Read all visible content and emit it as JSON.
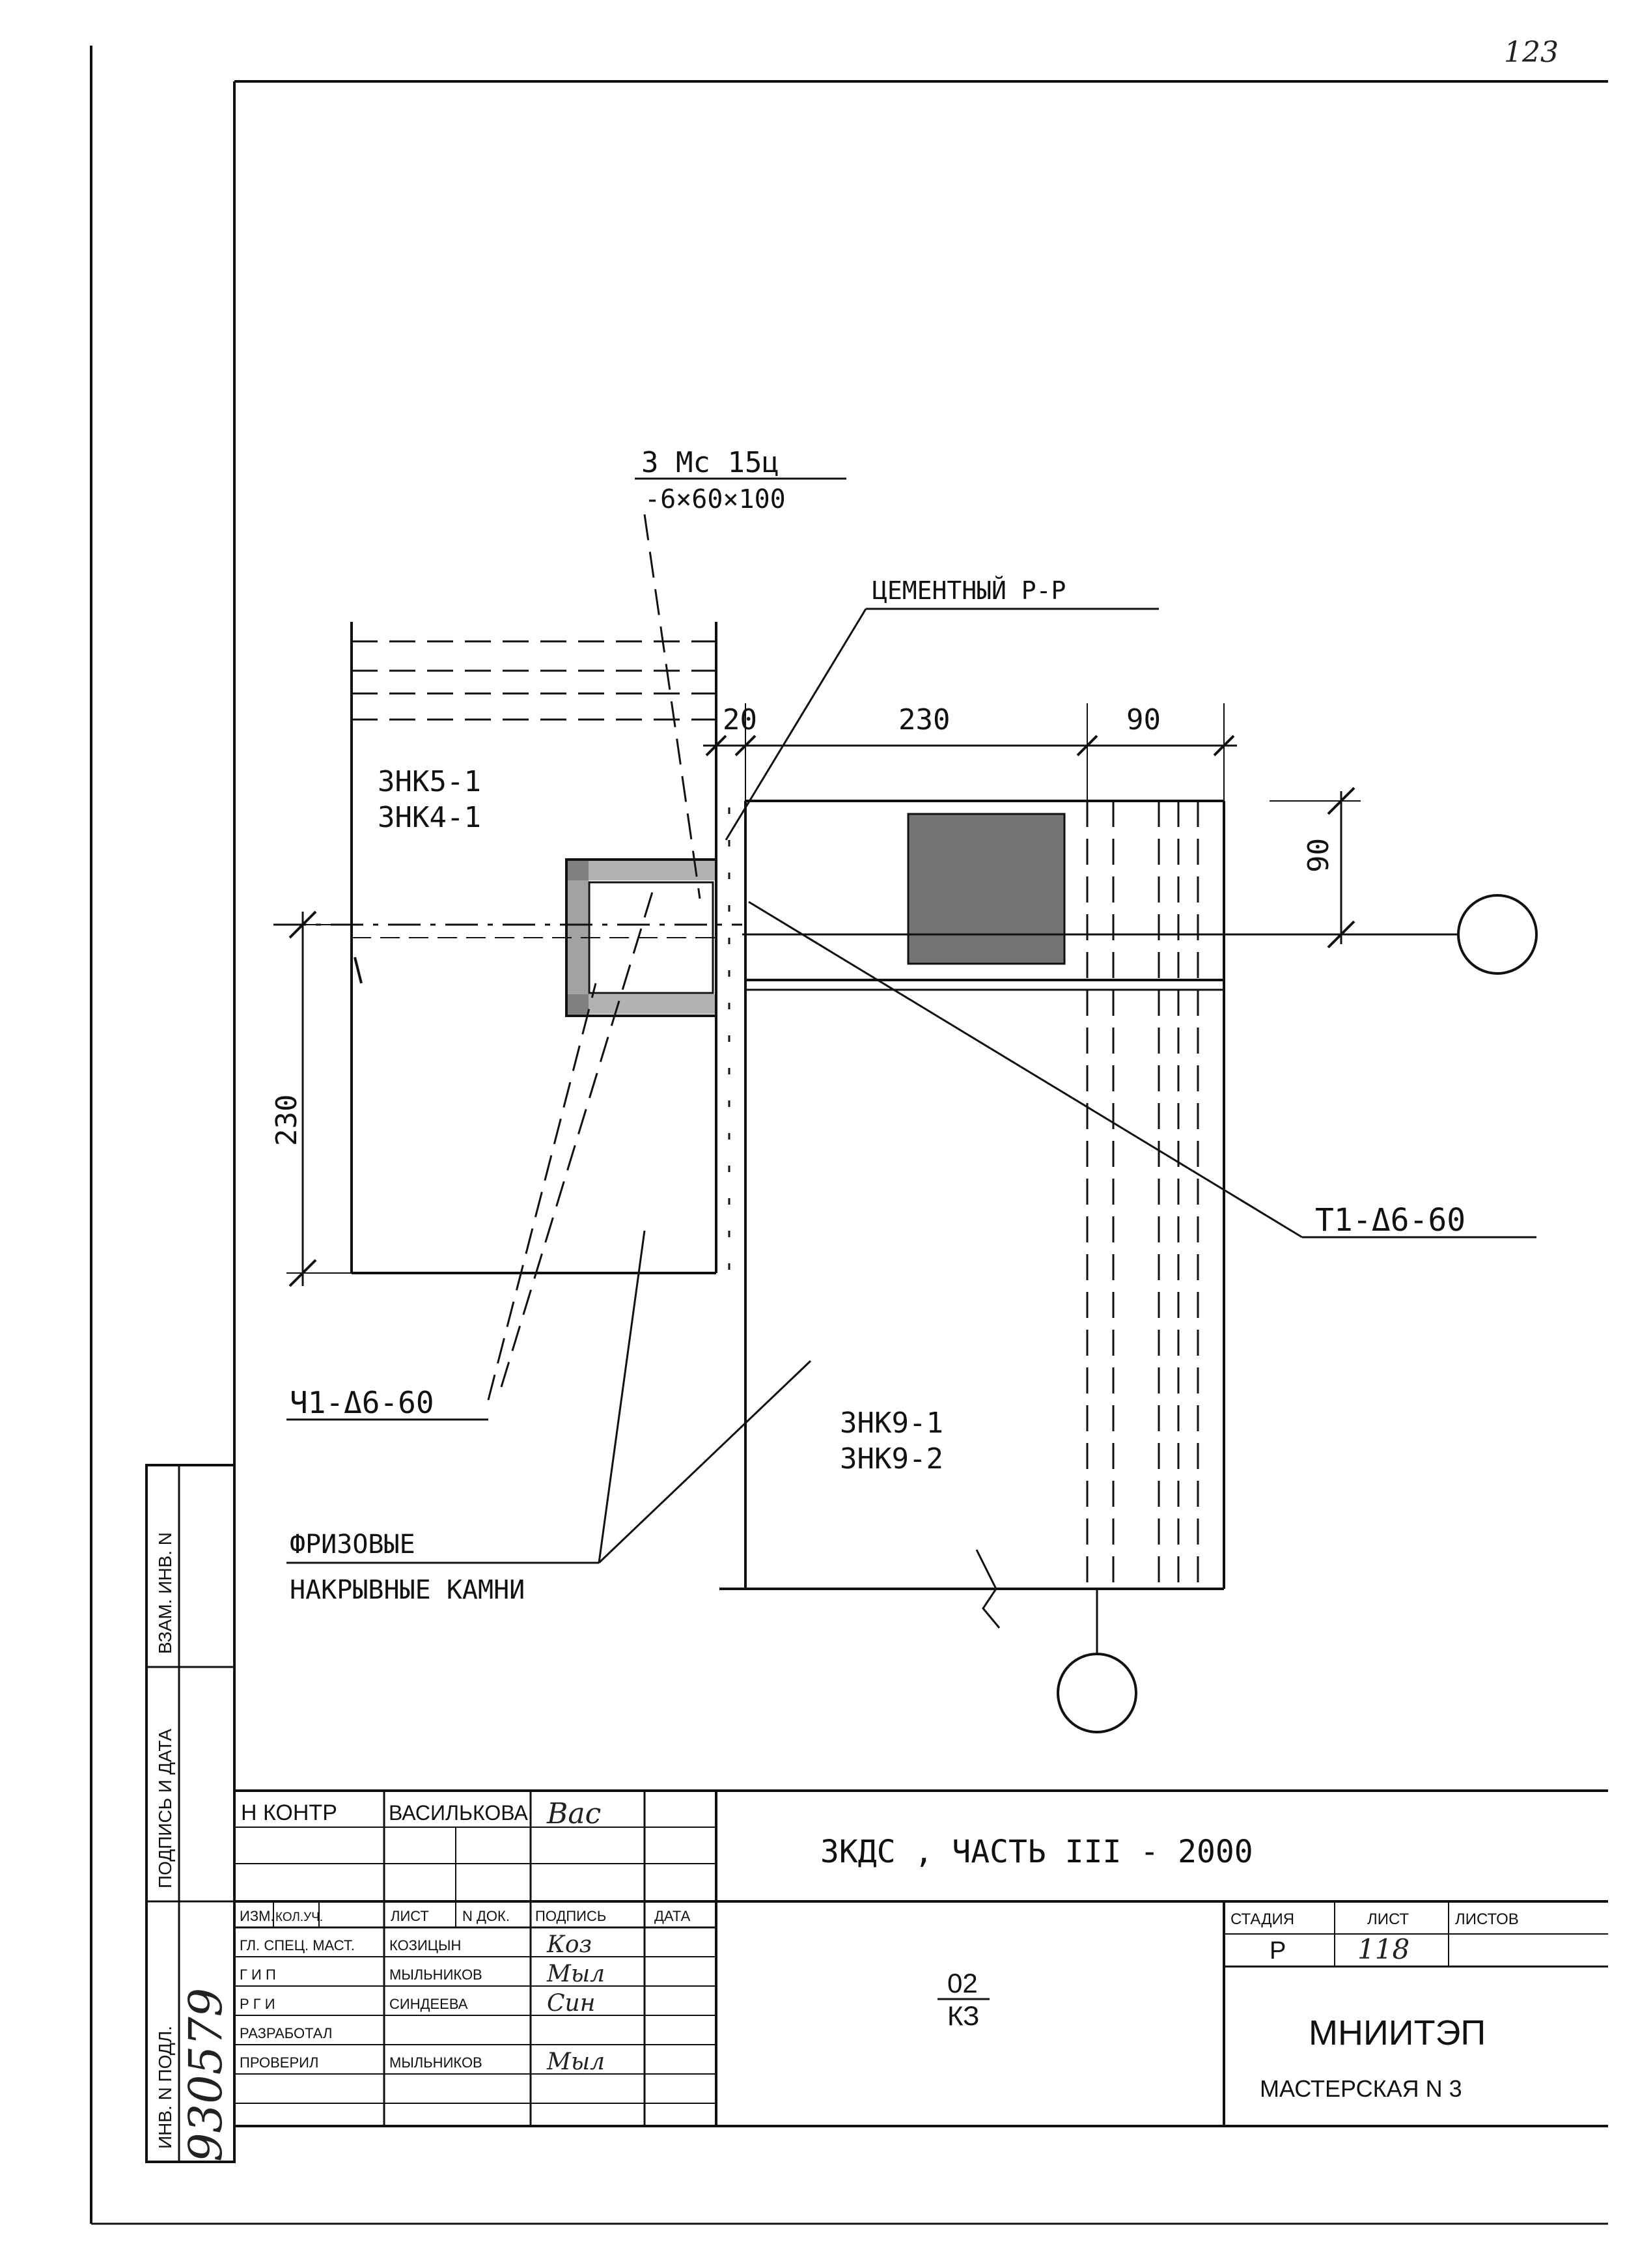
{
  "page_number": "123",
  "callouts": {
    "plate_line1": "3 Мс 15ц",
    "plate_line2": "-6×60×100",
    "cement": "ЦЕМЕНТНЫЙ Р-Р",
    "wall_left_1": "3НК5-1",
    "wall_left_2": "3НК4-1",
    "wall_low_1": "3НК9-1",
    "wall_low_2": "3НК9-2",
    "anchor_right": "Т1-Δ6-60",
    "anchor_left": "Ч1-Δ6-60",
    "stones_1": "ФРИЗОВЫЕ",
    "stones_2": "НАКРЫВНЫЕ КАМНИ"
  },
  "dimensions": {
    "d20": "20",
    "d230_top": "230",
    "d90_top": "90",
    "d90_side": "90",
    "d230_side": "230"
  },
  "side_stamp": {
    "col1": "ВЗАМ. ИНВ. N",
    "col2": "ПОДПИСЬ И ДАТА",
    "col3": "ИНВ. N ПОДЛ.",
    "inv_number": "930579"
  },
  "title_block": {
    "n_kontr_label": "Н КОНТР",
    "n_kontr_name": "ВАСИЛЬКОВА",
    "n_kontr_sign": "Вас",
    "header_izm": "ИЗМ.",
    "header_koluch": "КОЛ.УЧ.",
    "header_list": "ЛИСТ",
    "header_ndok": "N ДОК.",
    "header_podpis": "ПОДПИСЬ",
    "header_data": "ДАТА",
    "rows": [
      {
        "role": "ГЛ. СПЕЦ. МАСТ.",
        "name": "КОЗИЦЫН",
        "sign": "Коз"
      },
      {
        "role": "Г И П",
        "name": "МЫЛЬНИКОВ",
        "sign": "Мыл"
      },
      {
        "role": "Р Г И",
        "name": "СИНДЕЕВА",
        "sign": "Син"
      },
      {
        "role": "РАЗРАБОТАЛ",
        "name": "",
        "sign": ""
      },
      {
        "role": "ПРОВЕРИЛ",
        "name": "МЫЛЬНИКОВ",
        "sign": "Мыл"
      }
    ],
    "project": "3КДС , ЧАСТЬ III - 2000",
    "code_top": "02",
    "code_bottom": "КЗ",
    "stage_label": "СТАДИЯ",
    "sheet_label": "ЛИСТ",
    "sheets_label": "ЛИСТОВ",
    "stage": "Р",
    "sheet": "118",
    "sheets": "",
    "org": "МНИИТЭП",
    "workshop": "МАСТЕРСКАЯ N 3"
  }
}
